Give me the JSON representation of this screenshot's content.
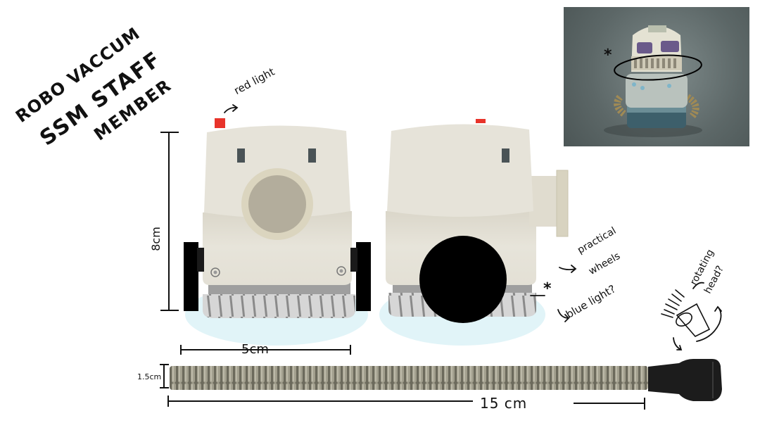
{
  "title": {
    "line1": "ROBO VACCUM",
    "line2": "SSM STAFF",
    "line3": "MEMBER"
  },
  "annotations": {
    "red_light": "red light",
    "practical_wheels_1": "practical",
    "practical_wheels_2": "wheels",
    "blue_light": "blue light?",
    "rotating_head_1": "rotating",
    "rotating_head_2": "head?",
    "asterisk_side": "*",
    "asterisk_photo": "*"
  },
  "dimensions": {
    "height": "8cm",
    "width": "5cm",
    "hose_diameter": "1.5cm",
    "hose_length": "15 cm"
  },
  "colors": {
    "body": "#e4e1d6",
    "body_shade": "#d8d4c6",
    "red_light": "#e8332a",
    "blue_glow": "#dff4f8",
    "wheel": "#000000",
    "brush": "#a7a7a7",
    "hose": "#8f8c7c",
    "nozzle": "#1c1c1c",
    "porthole_ring": "#dcd6bf",
    "porthole": "#b3ad9c"
  }
}
